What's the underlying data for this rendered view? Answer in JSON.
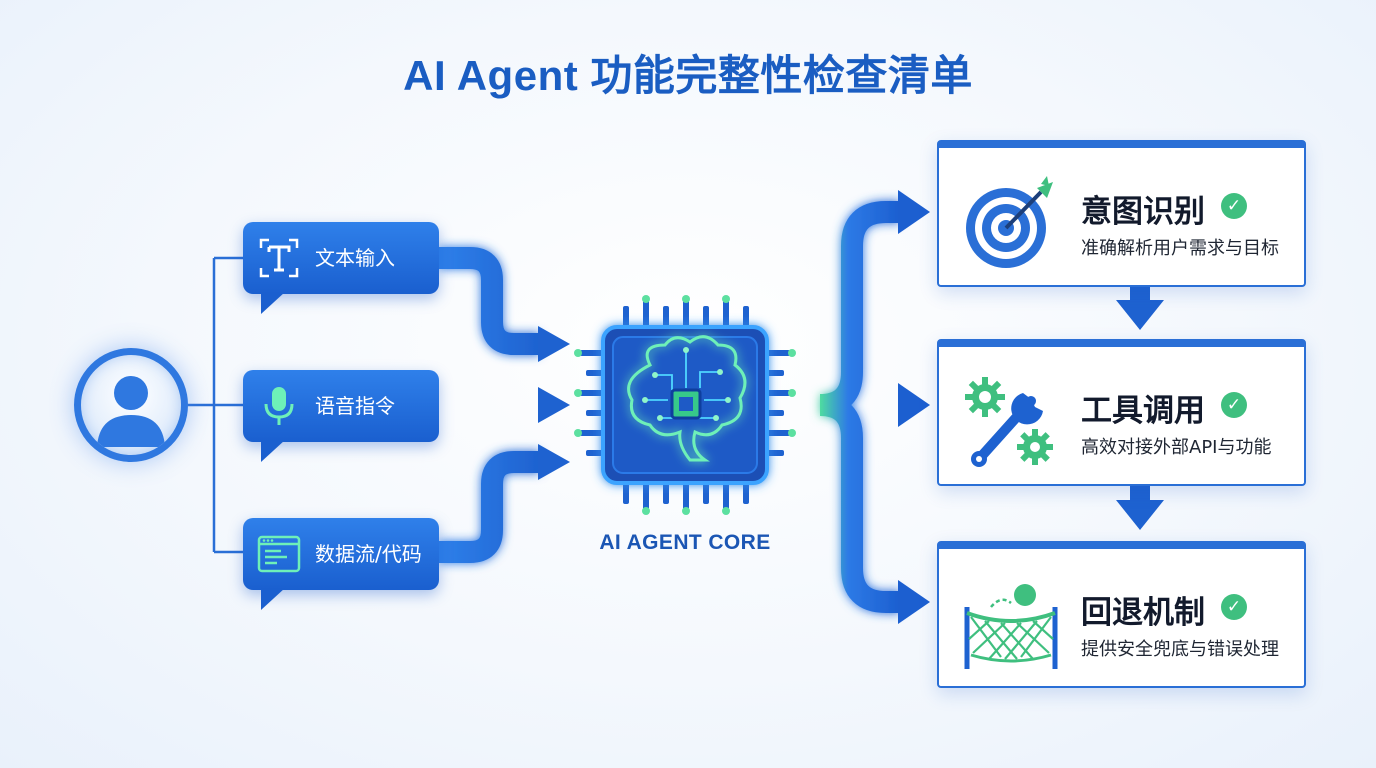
{
  "title": "AI Agent 功能完整性检查清单",
  "inputs": [
    {
      "label": "文本输入",
      "icon": "text-input-icon"
    },
    {
      "label": "语音指令",
      "icon": "microphone-icon"
    },
    {
      "label": "数据流/代码",
      "icon": "code-window-icon"
    }
  ],
  "core": {
    "label": "AI AGENT CORE",
    "icon": "brain-chip-icon"
  },
  "user": {
    "icon": "user-avatar-icon"
  },
  "steps": [
    {
      "title": "意图识别",
      "description": "准确解析用户需求与目标",
      "icon": "target-arrow-icon",
      "check": "✓"
    },
    {
      "title": "工具调用",
      "description": "高效对接外部API与功能",
      "icon": "wrench-gears-icon",
      "check": "✓"
    },
    {
      "title": "回退机制",
      "description": "提供安全兜底与错误处理",
      "icon": "safety-net-icon",
      "check": "✓"
    }
  ],
  "colors": {
    "primary": "#1a5dc2",
    "accent_green": "#3fbf7f",
    "glow": "#5ce0a0"
  }
}
